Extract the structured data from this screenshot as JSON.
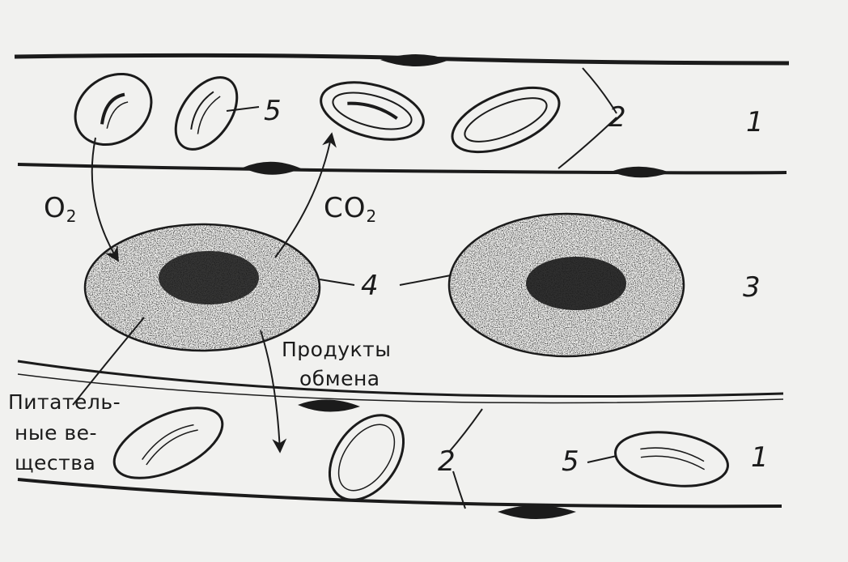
{
  "diagram": {
    "labels": {
      "vessel_top": "1",
      "vessel_bottom": "1",
      "wall_top": "2",
      "wall_bottom": "2",
      "tissue": "3",
      "tissue_cell": "4",
      "erythrocyte_top": "5",
      "erythrocyte_bottom": "5"
    },
    "oxygen": {
      "symbol": "O",
      "subscript": "2"
    },
    "carbon_dioxide": {
      "symbol": "CO",
      "subscript": "2"
    },
    "metabolites": {
      "line1": "Продукты",
      "line2": "обмена"
    },
    "nutrients": {
      "line1": "Питатель-",
      "line2": "ные ве-",
      "line3": "щества"
    }
  },
  "colors": {
    "background": "#f1f1ef",
    "ink": "#1b1b1b"
  }
}
